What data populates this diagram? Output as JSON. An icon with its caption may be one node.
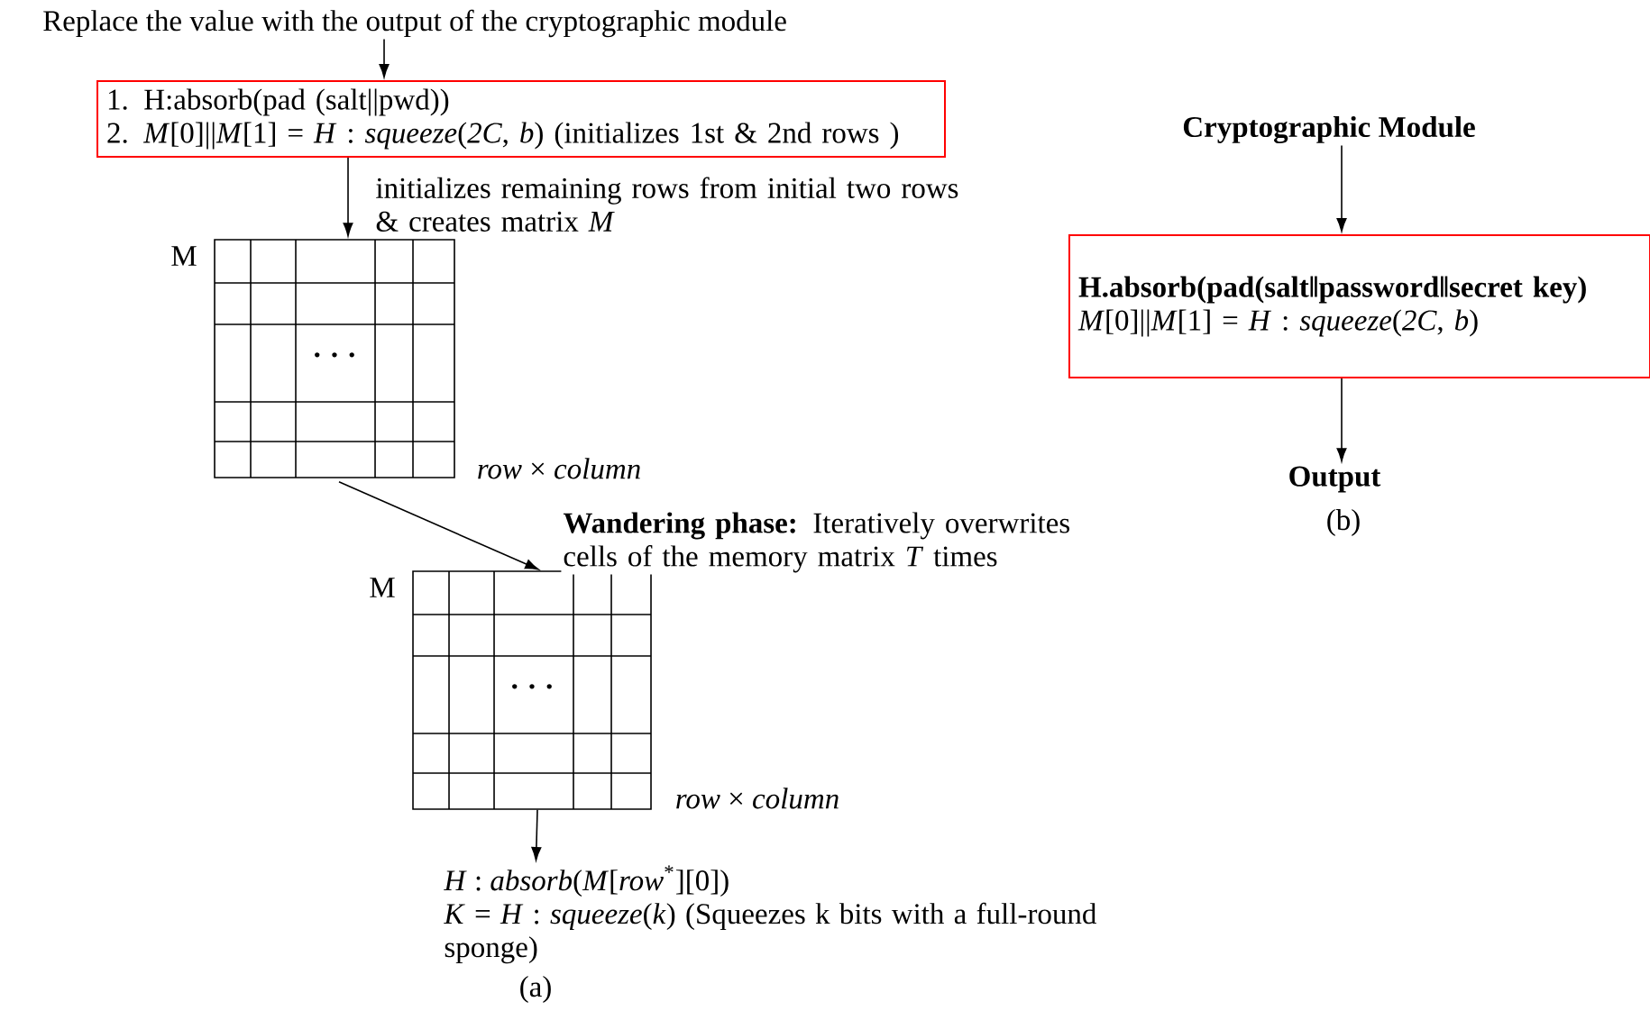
{
  "diagram": {
    "nodes": [
      {
        "text": [
          "Replace the value with the output of the cryptographic module"
        ]
      },
      {
        "text": [
          "1. H:absorb(pad  (salt||pwd))",
          "2. *M*[0]||*M*[1] = *H* : *squeeze*(*2C*, *b*) (initializes 1st & 2nd rows )"
        ]
      },
      {
        "text": [
          "· · ·"
        ],
        "beside": [
          "M",
          "*row* × *column*"
        ]
      },
      {
        "text": [
          "· · ·"
        ],
        "beside": [
          "M",
          "*row* × *column*"
        ]
      },
      {
        "text": [
          "*H* : *absorb*(*M*[*row*$^{*}$][0])",
          "*K* = *H* : *squeeze*(*k*) (Squeezes k bits with a full-round sponge)"
        ]
      },
      {
        "text": [
          "Cryptographic Module"
        ]
      },
      {
        "text": [
          "H.absorb(pad(salt‖password‖secret key)",
          "*M*[0]||*M*[1] = *H* : *squeeze*(*2C*, *b*)"
        ]
      },
      {
        "text": [
          "Output"
        ]
      }
    ],
    "edges": [
      {
        "from": 0,
        "to": 1,
        "arrow": "to"
      },
      {
        "from": 1,
        "to": 2,
        "arrow": "to",
        "label": "initializes remaining rows from initial two rows & creates matrix *M*"
      },
      {
        "from": 2,
        "to": 3,
        "arrow": "to",
        "label": "**Wandering phase:** Iteratively overwrites cells of the memory matrix *T* times"
      },
      {
        "from": 3,
        "to": 4,
        "arrow": "to"
      },
      {
        "from": 5,
        "to": 6,
        "arrow": "to"
      },
      {
        "from": 6,
        "to": 7,
        "arrow": "to"
      }
    ],
    "labels": [
      "(a)",
      "(b)"
    ]
  }
}
